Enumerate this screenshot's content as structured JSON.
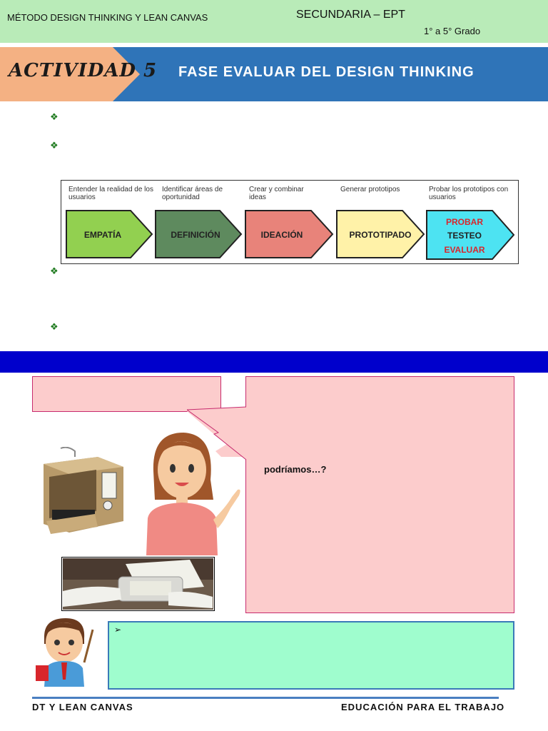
{
  "header": {
    "left_title": "MÉTODO DESIGN THINKING Y LEAN CANVAS",
    "center_title": "SECUNDARIA – EPT",
    "grade": "1° a 5° Grado"
  },
  "activity": {
    "label": "ACTIVIDAD 5",
    "title": "FASE EVALUAR DEL DESIGN THINKING"
  },
  "process": {
    "steps": [
      {
        "caption": "Entender la realidad de los usuarios",
        "name": "EMPATÍA",
        "color": "#92d050"
      },
      {
        "caption": "Identificar áreas de oportunidad",
        "name": "DEFINICIÓN",
        "color": "#5e8a5e"
      },
      {
        "caption": "Crear y combinar ideas",
        "name": "IDEACIÓN",
        "color": "#e8837a"
      },
      {
        "caption": "Generar prototipos",
        "name": "PROTOTIPADO",
        "color": "#fff2a8"
      },
      {
        "caption": "Probar los prototipos con usuarios",
        "name_lines": [
          "PROBAR",
          "TESTEO",
          "EVALUAR"
        ],
        "color": "#4de3f2"
      }
    ]
  },
  "dialog": {
    "text": "podríamos…?"
  },
  "green_box": {
    "bullet": "➢"
  },
  "footer": {
    "left": "DT Y LEAN CANVAS",
    "right": "EDUCACIÓN PARA EL TRABAJO"
  },
  "colors": {
    "header_bg": "#b9ebb8",
    "activity_band": "#2f74b8",
    "activity_tag": "#f4b183",
    "blue_strip": "#0000cc",
    "callout_bg": "#fccccc",
    "green_box_bg": "#9ffdce"
  }
}
